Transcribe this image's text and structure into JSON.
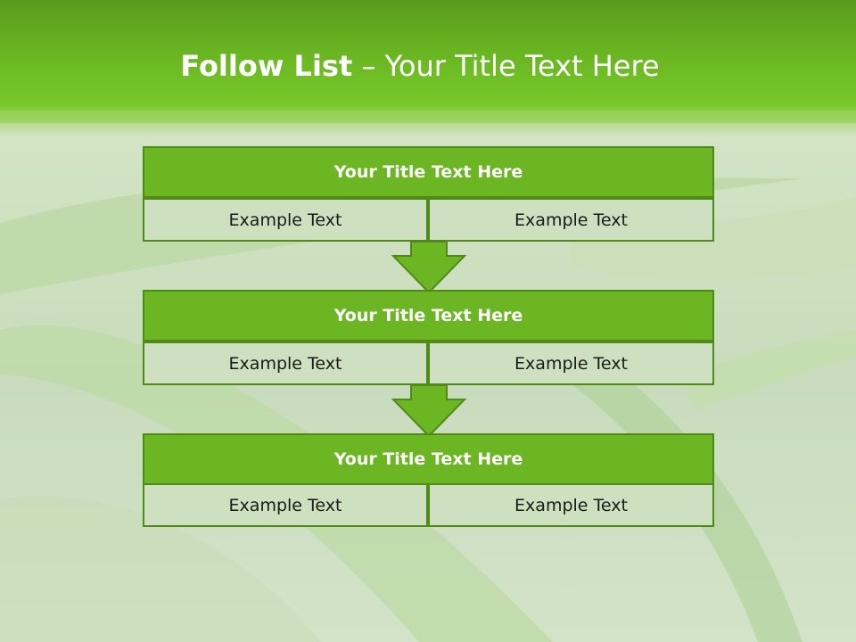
{
  "slide": {
    "title_bold": "Follow List",
    "title_rest": " – Your Title Text Here"
  },
  "steps": [
    {
      "title": "Your Title Text Here",
      "left": "Example Text",
      "right": "Example Text"
    },
    {
      "title": "Your Title Text Here",
      "left": "Example Text",
      "right": "Example Text"
    },
    {
      "title": "Your Title Text Here",
      "left": "Example Text",
      "right": "Example Text"
    }
  ],
  "colors": {
    "header_green": "#6ab622",
    "box_title_fill": "#6cb523",
    "box_border": "#4f8a18",
    "cell_fill": "#cde0bf",
    "arrow_fill": "#6cb523"
  }
}
